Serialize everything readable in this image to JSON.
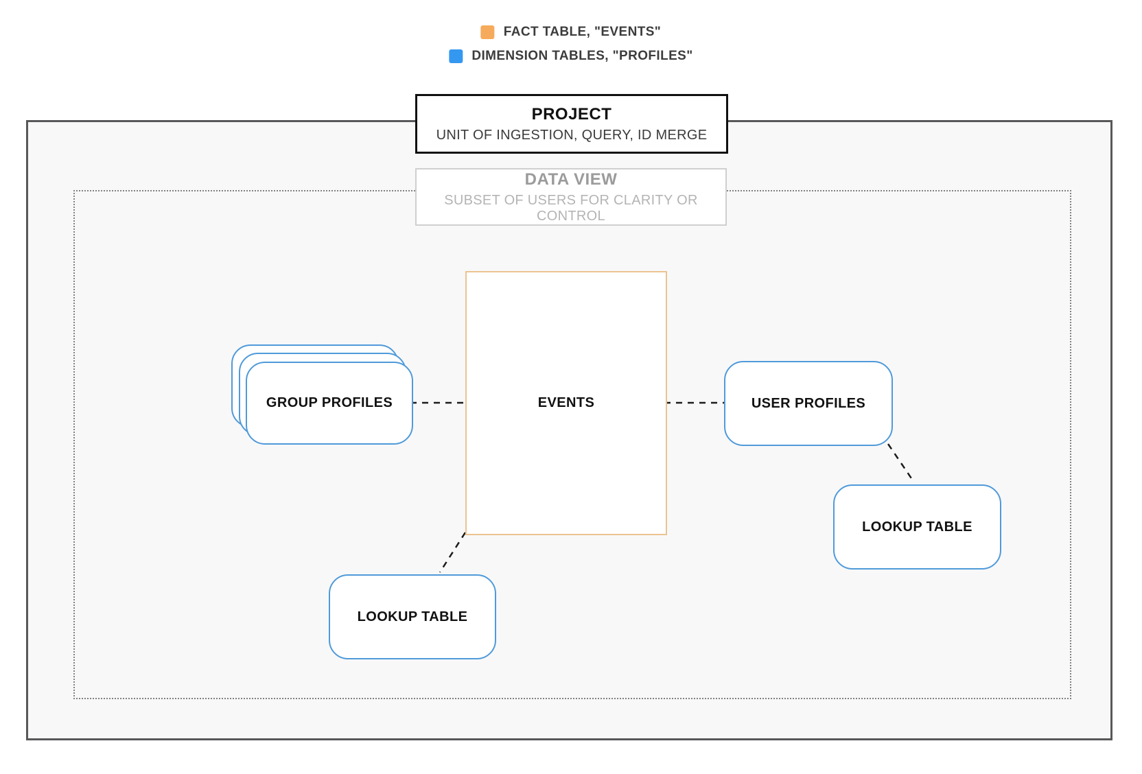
{
  "colors": {
    "fact_table_orange": "#f6ab5c",
    "dimension_table_blue": "#3598f0",
    "node_border_blue": "#4f9ad9",
    "events_border_orange": "#ecc38f",
    "project_border": "#101010",
    "boundary_border": "#58585a"
  },
  "legend": {
    "items": [
      {
        "label": "FACT TABLE, \"EVENTS\"",
        "swatch_color": "#f6ab5c",
        "swatch_style": "background:#f6ab5c"
      },
      {
        "label": "DIMENSION TABLES, \"PROFILES\"",
        "swatch_color": "#3598f0",
        "swatch_style": "background:#3598f0"
      }
    ]
  },
  "project": {
    "title": "PROJECT",
    "subtitle": "UNIT OF INGESTION, QUERY, ID MERGE"
  },
  "data_view": {
    "title": "DATA VIEW",
    "subtitle": "SUBSET OF USERS FOR CLARITY OR CONTROL"
  },
  "nodes": {
    "events": {
      "label": "EVENTS"
    },
    "group_profiles": {
      "label": "GROUP PROFILES"
    },
    "user_profiles": {
      "label": "USER PROFILES"
    },
    "lookup_table_right": {
      "label": "LOOKUP TABLE"
    },
    "lookup_table_left": {
      "label": "LOOKUP TABLE"
    }
  }
}
